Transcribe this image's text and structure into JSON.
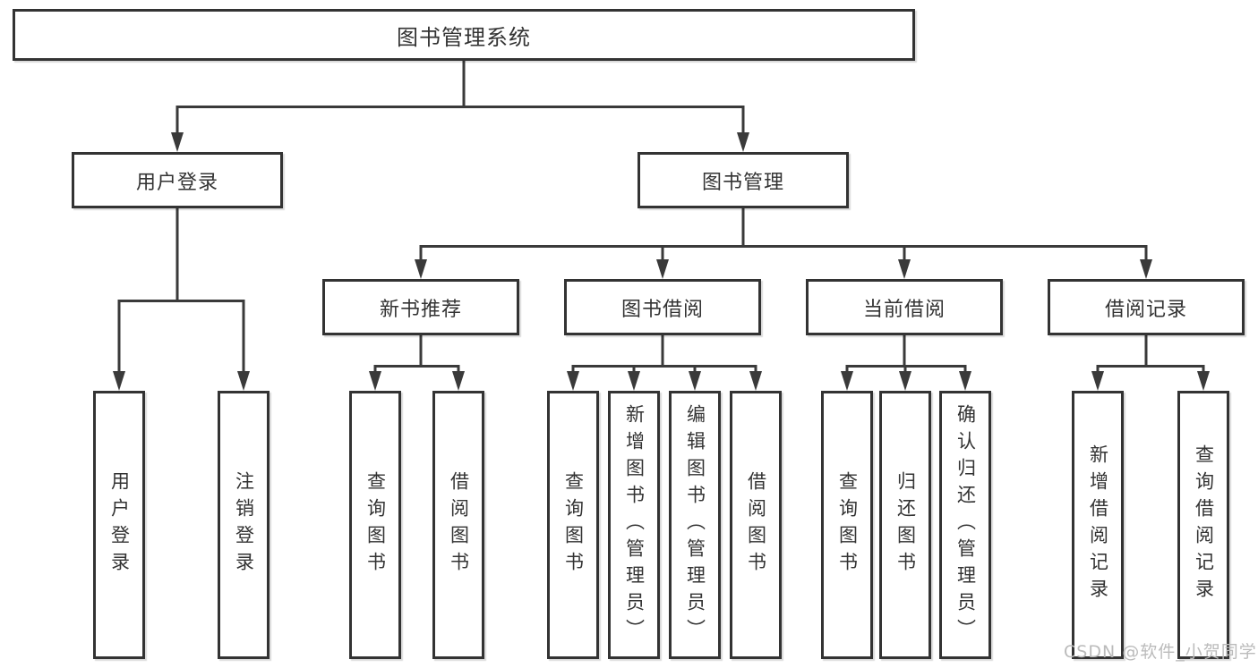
{
  "diagram": {
    "root": {
      "label": "图书管理系统"
    },
    "level2": [
      {
        "id": "user-login",
        "label": "用户登录"
      },
      {
        "id": "book-management",
        "label": "图书管理"
      }
    ],
    "level3": [
      {
        "id": "new-book-recommend",
        "label": "新书推荐",
        "parent": "book-management"
      },
      {
        "id": "book-borrow",
        "label": "图书借阅",
        "parent": "book-management"
      },
      {
        "id": "current-borrow",
        "label": "当前借阅",
        "parent": "book-management"
      },
      {
        "id": "borrow-records",
        "label": "借阅记录",
        "parent": "book-management"
      }
    ],
    "leaves": {
      "user_login": [
        {
          "label": "用户登录"
        },
        {
          "label": "注销登录"
        }
      ],
      "new_book_recommend": [
        {
          "label": "查询图书"
        },
        {
          "label": "借阅图书"
        }
      ],
      "book_borrow": [
        {
          "label": "查询图书"
        },
        {
          "label": "新增图书（管理员）"
        },
        {
          "label": "编辑图书（管理员）"
        },
        {
          "label": "借阅图书"
        }
      ],
      "current_borrow": [
        {
          "label": "查询图书"
        },
        {
          "label": "归还图书"
        },
        {
          "label": "确认归还（管理员）"
        }
      ],
      "borrow_records": [
        {
          "label": "新增借阅记录"
        },
        {
          "label": "查询借阅记录"
        }
      ]
    }
  },
  "watermark": {
    "text": "CSDN @软件_小贺同学"
  },
  "colors": {
    "line": "#3a3a3a",
    "border": "#333333",
    "box_fill": "#ffffff",
    "text": "#333333",
    "watermark": "#bbbbbb"
  }
}
